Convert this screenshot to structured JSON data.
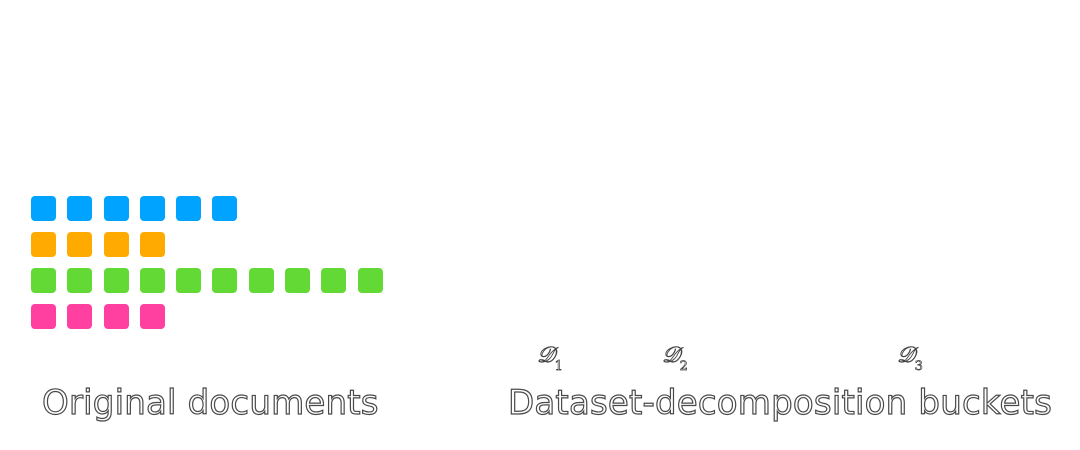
{
  "documents": {
    "label": "Original documents",
    "rows": [
      {
        "token_count": 6,
        "color": "#00A3FF"
      },
      {
        "token_count": 4,
        "color": "#FFAA00"
      },
      {
        "token_count": 10,
        "color": "#62D935"
      },
      {
        "token_count": 4,
        "color": "#FF40A0"
      }
    ]
  },
  "buckets": {
    "label": "Dataset-decomposition buckets",
    "items": [
      {
        "symbol": "𝒟",
        "subscript": "1"
      },
      {
        "symbol": "𝒟",
        "subscript": "2"
      },
      {
        "symbol": "𝒟",
        "subscript": "3"
      }
    ]
  }
}
